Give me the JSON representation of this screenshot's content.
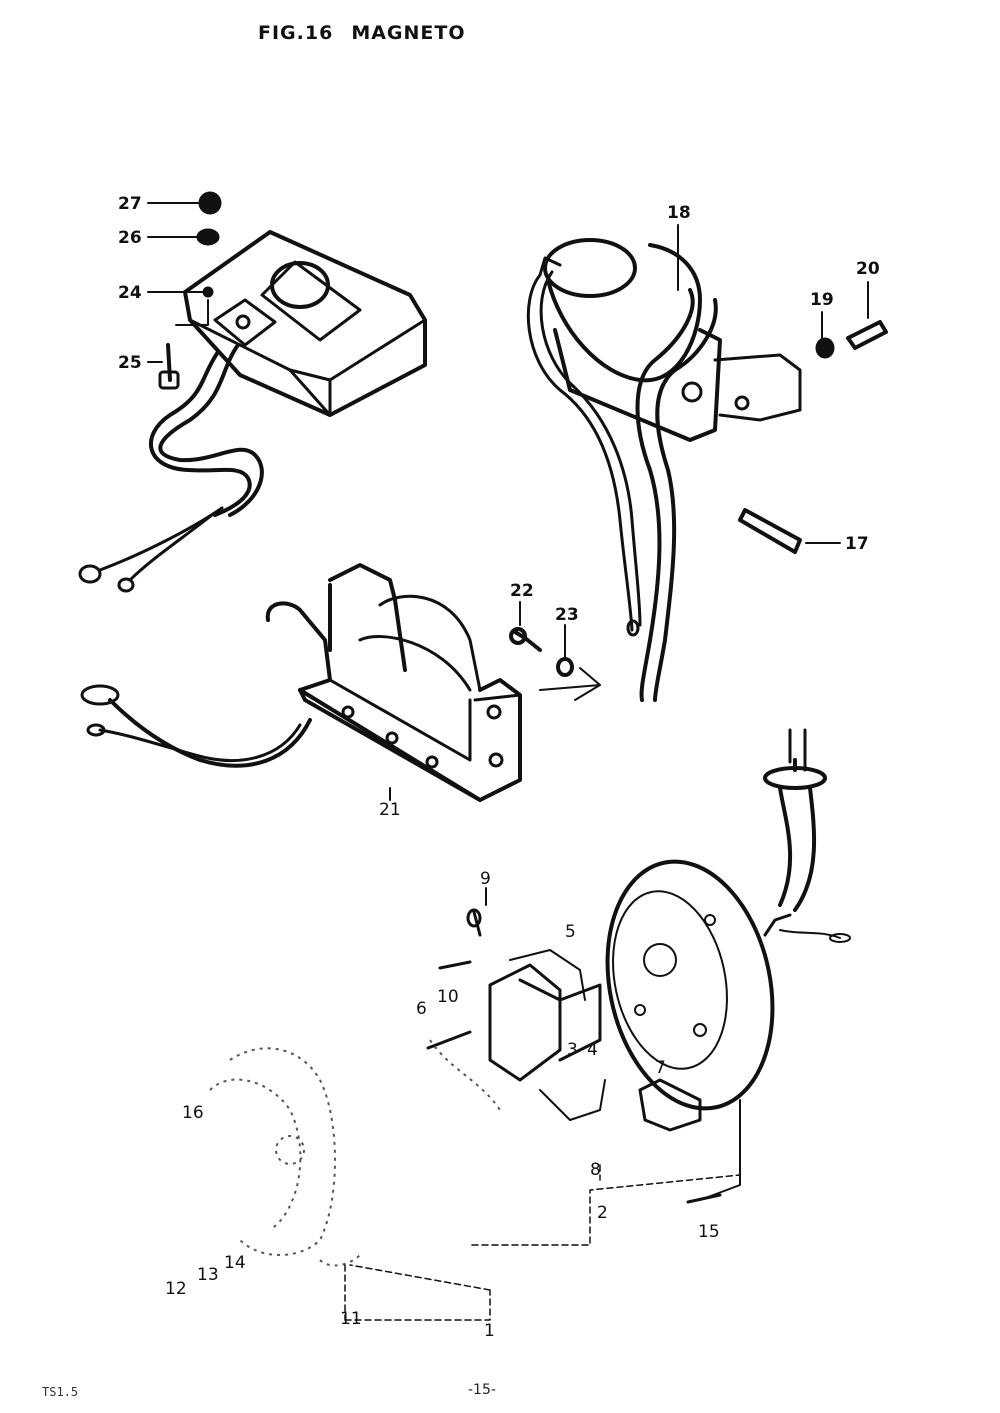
{
  "header": {
    "fig_number": "FIG.16",
    "fig_title": "MAGNETO"
  },
  "footer": {
    "left_code": "TS1.5",
    "page_number": "-15-"
  },
  "callouts": {
    "c1": "1",
    "c2": "2",
    "c3": "3",
    "c4": "4",
    "c5": "5",
    "c6": "6",
    "c7": "7",
    "c8": "8",
    "c9": "9",
    "c10": "10",
    "c11": "11",
    "c12": "12",
    "c13": "13",
    "c14": "14",
    "c15": "15",
    "c16": "16",
    "c17": "17",
    "c18": "18",
    "c19": "19",
    "c20": "20",
    "c21": "21",
    "c22": "22",
    "c23": "23",
    "c24": "24",
    "c25": "25",
    "c26": "26",
    "c27": "27"
  }
}
